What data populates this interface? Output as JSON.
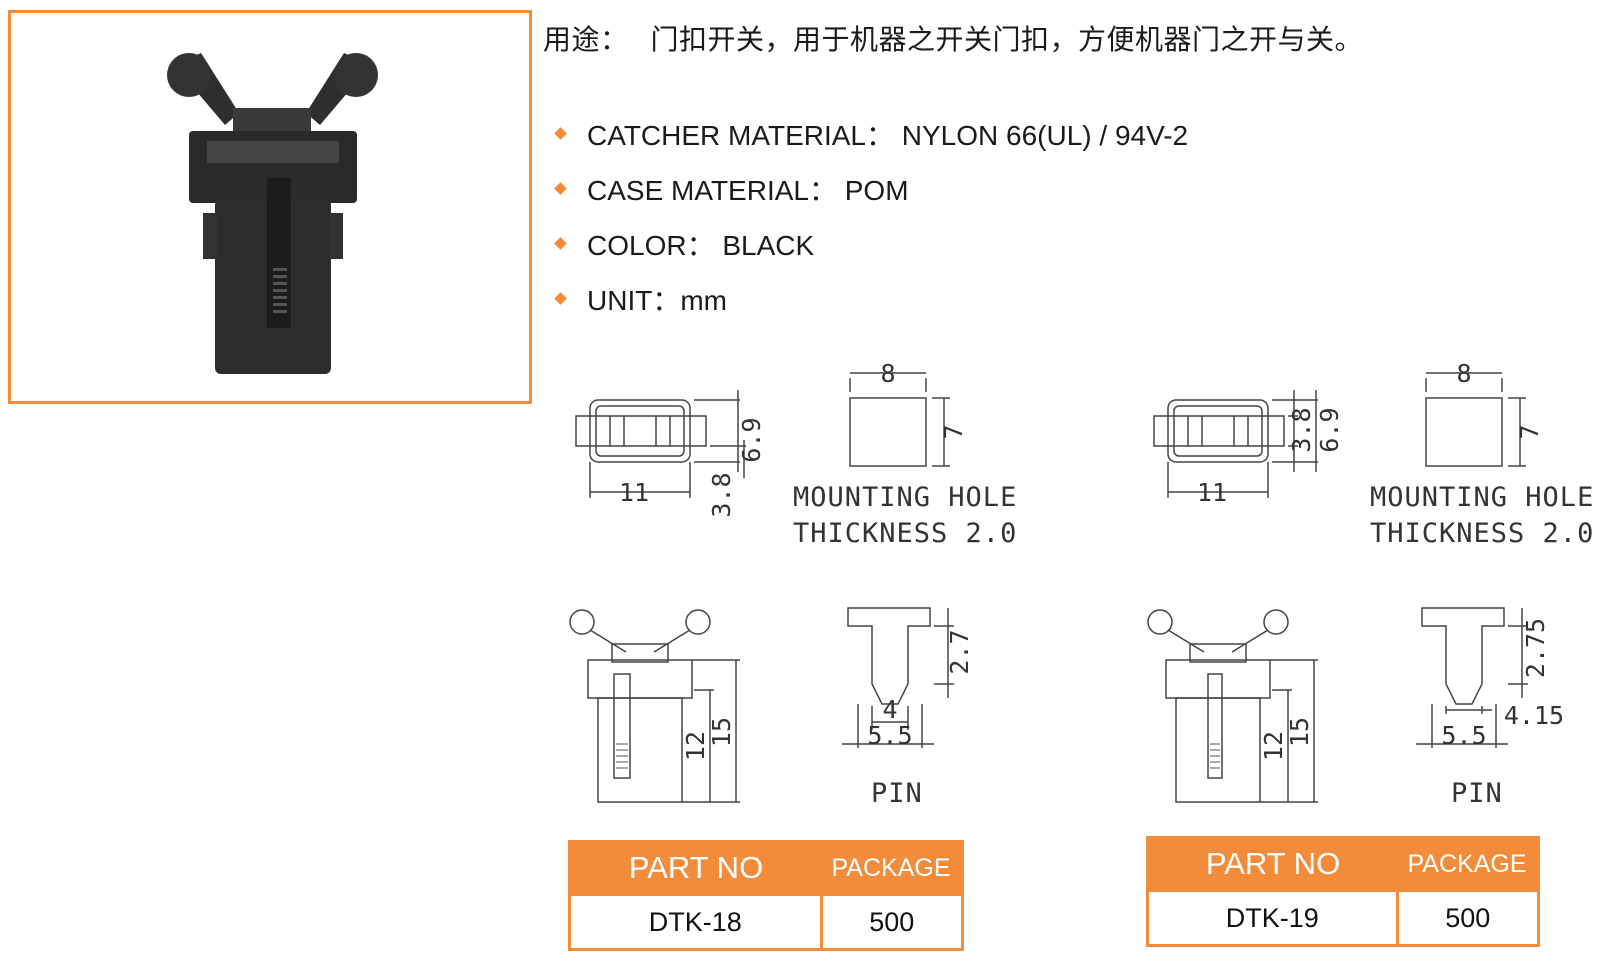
{
  "usage": {
    "label": "用途：",
    "text": "门扣开关，用于机器之开关门扣，方便机器门之开与关。"
  },
  "specs": [
    {
      "text": "CATCHER MATERIAL：  NYLON 66(UL) / 94V-2"
    },
    {
      "text": "CASE MATERIAL：  POM"
    },
    {
      "text": "COLOR：  BLACK"
    },
    {
      "text": "UNIT：mm"
    }
  ],
  "colors": {
    "accent": "#f28c3a",
    "product": "#2b2b2b"
  },
  "left_drawing": {
    "top_view": {
      "width": "11",
      "height_outer": "6.9",
      "height_inner": "3.8"
    },
    "hole": {
      "width": "8",
      "height": "7",
      "note_line1": "MOUNTING HOLE",
      "note_line2": "THICKNESS 2.0"
    },
    "side_view": {
      "h1": "12",
      "h2": "15"
    },
    "pin": {
      "top": "2.7",
      "inner": "4",
      "outer": "5.5",
      "label": "PIN"
    },
    "table": {
      "header_part": "PART NO",
      "header_package": "PACKAGE",
      "part": "DTK-18",
      "package": "500"
    }
  },
  "right_drawing": {
    "top_view": {
      "width": "11",
      "height_outer": "6.9",
      "height_inner": "3.8"
    },
    "hole": {
      "width": "8",
      "height": "7",
      "note_line1": "MOUNTING HOLE",
      "note_line2": "THICKNESS 2.0"
    },
    "side_view": {
      "h1": "12",
      "h2": "15"
    },
    "pin": {
      "top": "2.75",
      "inner": "4.15",
      "outer": "5.5",
      "label": "PIN"
    },
    "table": {
      "header_part": "PART NO",
      "header_package": "PACKAGE",
      "part": "DTK-19",
      "package": "500"
    }
  }
}
